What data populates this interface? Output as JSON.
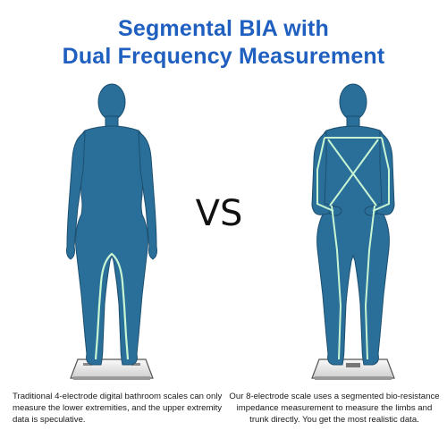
{
  "heading": {
    "line1": "Segmental BIA with",
    "line2": "Dual Frequency Measurement"
  },
  "vs_label": "VS",
  "left_panel": {
    "caption": "Traditional 4-electrode digital bathroom scales can only measure the lower extremities, and the upper extremity data is speculative."
  },
  "right_panel": {
    "caption": "Our 8-electrode scale uses a segmented bio-resistance impedance measurement to measure the limbs and trunk directly. You get the most realistic data."
  },
  "colors": {
    "title": "#1f5fbf",
    "body_fill": "#2a6f99",
    "body_outline": "#1c4f70",
    "current_path": "#c8f5d2"
  }
}
